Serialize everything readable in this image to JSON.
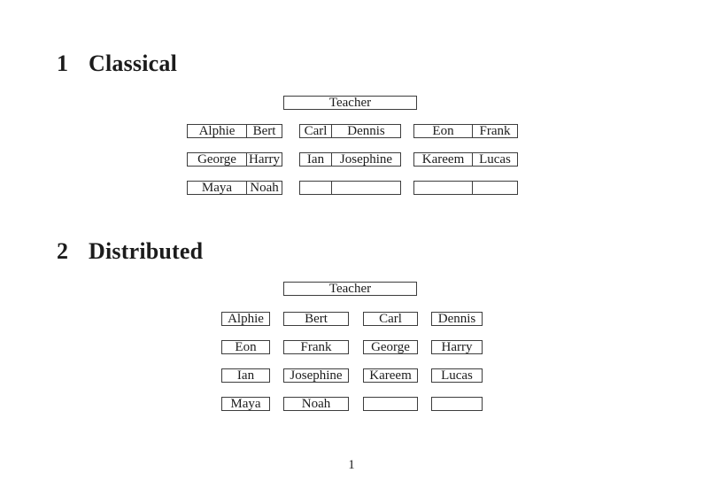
{
  "document": {
    "page_number": "1"
  },
  "colors": {
    "border": "#3d3d3d",
    "text": "#1c1c1c",
    "background": "#ffffff"
  },
  "classical": {
    "heading_number": "1",
    "heading_title": "Classical",
    "teacher_label": "Teacher",
    "rows": [
      [
        {
          "l": "Alphie",
          "r": "Bert"
        },
        {
          "l": "Carl",
          "r": "Dennis"
        },
        {
          "l": "Eon",
          "r": "Frank"
        }
      ],
      [
        {
          "l": "George",
          "r": "Harry"
        },
        {
          "l": "Ian",
          "r": "Josephine"
        },
        {
          "l": "Kareem",
          "r": "Lucas"
        }
      ],
      [
        {
          "l": "Maya",
          "r": "Noah"
        },
        {
          "l": "",
          "r": ""
        },
        {
          "l": "",
          "r": ""
        }
      ]
    ]
  },
  "distributed": {
    "heading_number": "2",
    "heading_title": "Distributed",
    "teacher_label": "Teacher",
    "rows": [
      [
        "Alphie",
        "Bert",
        "Carl",
        "Dennis"
      ],
      [
        "Eon",
        "Frank",
        "George",
        "Harry"
      ],
      [
        "Ian",
        "Josephine",
        "Kareem",
        "Lucas"
      ],
      [
        "Maya",
        "Noah",
        "",
        ""
      ]
    ]
  }
}
